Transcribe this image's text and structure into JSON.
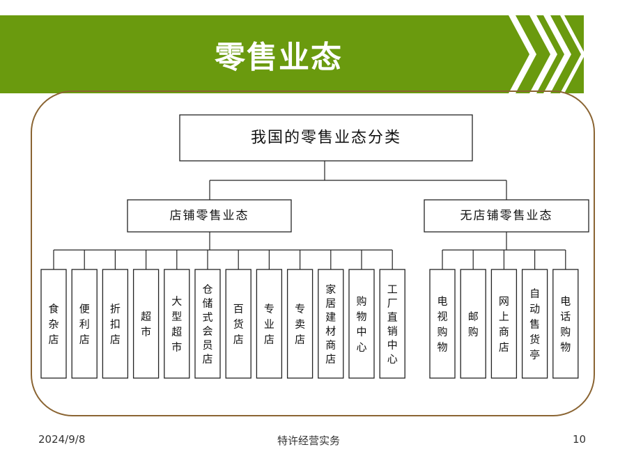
{
  "slide": {
    "title": "零售业态",
    "footer_date": "2024/9/8",
    "footer_center": "特许经营实务",
    "page_number": "10"
  },
  "colors": {
    "header_green": "#6a9a0e",
    "frame_brown": "#8a6432"
  },
  "diagram": {
    "root": "我国的零售业态分类",
    "branches": [
      {
        "label": "店铺零售业态",
        "leaves": [
          "食杂店",
          "便利店",
          "折扣店",
          "超市",
          "大型超市",
          "仓储式会员店",
          "百货店",
          "专业店",
          "专卖店",
          "家居建材商店",
          "购物中心",
          "工厂直销中心"
        ]
      },
      {
        "label": "无店铺零售业态",
        "leaves": [
          "电视购物",
          "邮购",
          "网上商店",
          "自动售货亭",
          "电话购物"
        ]
      }
    ]
  }
}
